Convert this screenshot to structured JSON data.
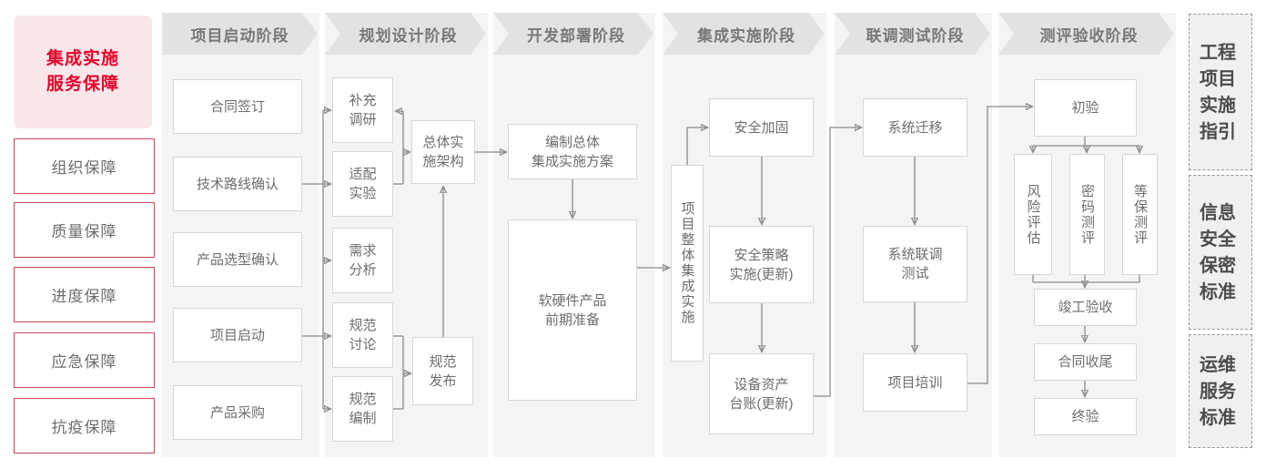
{
  "sidebar": {
    "title": "集成实施\n服务保障",
    "items": [
      {
        "label": "组织保障"
      },
      {
        "label": "质量保障"
      },
      {
        "label": "进度保障"
      },
      {
        "label": "应急保障"
      },
      {
        "label": "抗疫保障"
      }
    ]
  },
  "phases": [
    {
      "header": "项目启动阶段",
      "boxes": [
        {
          "label": "合同签订"
        },
        {
          "label": "技术路线确认"
        },
        {
          "label": "产品选型确认"
        },
        {
          "label": "项目启动"
        },
        {
          "label": "产品采购"
        }
      ]
    },
    {
      "header": "规划设计阶段",
      "boxes": [
        {
          "label": "补充\n调研"
        },
        {
          "label": "适配\n实验"
        },
        {
          "label": "需求\n分析"
        },
        {
          "label": "规范\n讨论"
        },
        {
          "label": "规范\n编制"
        },
        {
          "label": "总体实\n施架构"
        },
        {
          "label": "规范\n发布"
        }
      ]
    },
    {
      "header": "开发部署阶段",
      "boxes": [
        {
          "label": "编制总体\n集成实施方案"
        },
        {
          "label": "软硬件产品\n前期准备"
        }
      ]
    },
    {
      "header": "集成实施阶段",
      "boxes": [
        {
          "label": "项目整体集成实施"
        },
        {
          "label": "安全加固"
        },
        {
          "label": "安全策略\n实施(更新)"
        },
        {
          "label": "设备资产\n台账(更新)"
        }
      ]
    },
    {
      "header": "联调测试阶段",
      "boxes": [
        {
          "label": "系统迁移"
        },
        {
          "label": "系统联调\n测试"
        },
        {
          "label": "项目培训"
        }
      ]
    },
    {
      "header": "测评验收阶段",
      "boxes": [
        {
          "label": "初验"
        },
        {
          "label": "风险评估"
        },
        {
          "label": "密码测评"
        },
        {
          "label": "等保测评"
        },
        {
          "label": "竣工验收"
        },
        {
          "label": "合同收尾"
        },
        {
          "label": "终验"
        }
      ]
    }
  ],
  "standards": [
    {
      "name": "工程项目实施指引",
      "rows": [
        "工程",
        "项目",
        "实施",
        "指引"
      ]
    },
    {
      "name": "信息安全保密标准",
      "rows": [
        "信息",
        "安全",
        "保密",
        "标准"
      ]
    },
    {
      "name": "运维服务标准",
      "rows": [
        "运维",
        "服务",
        "标准"
      ]
    }
  ],
  "colors": {
    "accent_red": "#e60029",
    "pink_bg": "#fbe7ea",
    "band_gray": "#f4f4f4",
    "header_gray": "#e2e2e2",
    "line_gray": "#8a8a8a"
  }
}
